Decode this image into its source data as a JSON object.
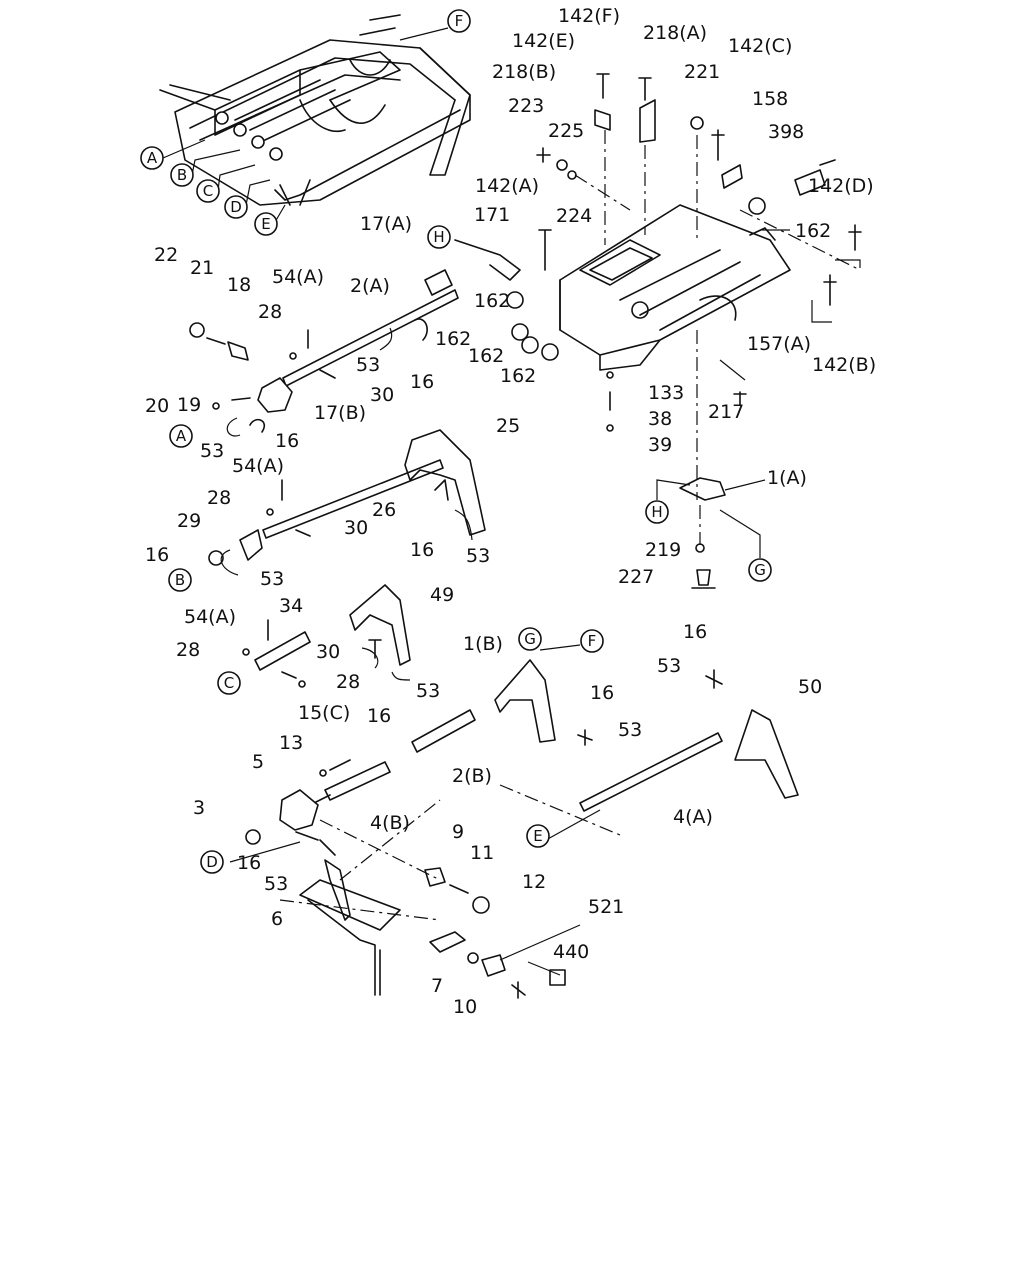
{
  "labels": [
    {
      "text": "142(F)",
      "id": "142f"
    },
    {
      "text": "142(E)",
      "id": "142e"
    },
    {
      "text": "218(A)",
      "id": "218a"
    },
    {
      "text": "142(C)",
      "id": "142c"
    },
    {
      "text": "218(B)",
      "id": "218b"
    },
    {
      "text": "221",
      "id": "221"
    },
    {
      "text": "158",
      "id": "158"
    },
    {
      "text": "223",
      "id": "223"
    },
    {
      "text": "225",
      "id": "225"
    },
    {
      "text": "398",
      "id": "398"
    },
    {
      "text": "142(A)",
      "id": "142a"
    },
    {
      "text": "224",
      "id": "224"
    },
    {
      "text": "142(D)",
      "id": "142d"
    },
    {
      "text": "171",
      "id": "171"
    },
    {
      "text": "162",
      "id": "162-a"
    },
    {
      "text": "17(A)",
      "id": "17a"
    },
    {
      "text": "162",
      "id": "162-b"
    },
    {
      "text": "162",
      "id": "162-c"
    },
    {
      "text": "162",
      "id": "162-d"
    },
    {
      "text": "162",
      "id": "162-e"
    },
    {
      "text": "157(A)",
      "id": "157a"
    },
    {
      "text": "142(B)",
      "id": "142b"
    },
    {
      "text": "22",
      "id": "22"
    },
    {
      "text": "21",
      "id": "21"
    },
    {
      "text": "18",
      "id": "18"
    },
    {
      "text": "54(A)",
      "id": "54a-1"
    },
    {
      "text": "2(A)",
      "id": "2a"
    },
    {
      "text": "28",
      "id": "28-1"
    },
    {
      "text": "53",
      "id": "53-1"
    },
    {
      "text": "16",
      "id": "16-1"
    },
    {
      "text": "30",
      "id": "30-1"
    },
    {
      "text": "19",
      "id": "19"
    },
    {
      "text": "20",
      "id": "20"
    },
    {
      "text": "17(B)",
      "id": "17b"
    },
    {
      "text": "16",
      "id": "16-2"
    },
    {
      "text": "53",
      "id": "53-2"
    },
    {
      "text": "133",
      "id": "133"
    },
    {
      "text": "38",
      "id": "38"
    },
    {
      "text": "217",
      "id": "217"
    },
    {
      "text": "39",
      "id": "39"
    },
    {
      "text": "25",
      "id": "25"
    },
    {
      "text": "54(A)",
      "id": "54a-2"
    },
    {
      "text": "28",
      "id": "28-2"
    },
    {
      "text": "26",
      "id": "26"
    },
    {
      "text": "29",
      "id": "29"
    },
    {
      "text": "30",
      "id": "30-2"
    },
    {
      "text": "16",
      "id": "16-3"
    },
    {
      "text": "53",
      "id": "53-3"
    },
    {
      "text": "16",
      "id": "16-4"
    },
    {
      "text": "53",
      "id": "53-4"
    },
    {
      "text": "1(A)",
      "id": "1a"
    },
    {
      "text": "219",
      "id": "219"
    },
    {
      "text": "227",
      "id": "227"
    },
    {
      "text": "34",
      "id": "34"
    },
    {
      "text": "49",
      "id": "49"
    },
    {
      "text": "54(A)",
      "id": "54a-3"
    },
    {
      "text": "28",
      "id": "28-3"
    },
    {
      "text": "30",
      "id": "30-3"
    },
    {
      "text": "28",
      "id": "28-4"
    },
    {
      "text": "53",
      "id": "53-5"
    },
    {
      "text": "16",
      "id": "16-5"
    },
    {
      "text": "1(B)",
      "id": "1b"
    },
    {
      "text": "16",
      "id": "16-6"
    },
    {
      "text": "53",
      "id": "53-6"
    },
    {
      "text": "16",
      "id": "16-7"
    },
    {
      "text": "53",
      "id": "53-7"
    },
    {
      "text": "50",
      "id": "50"
    },
    {
      "text": "15(C)",
      "id": "15c"
    },
    {
      "text": "13",
      "id": "13"
    },
    {
      "text": "5",
      "id": "5"
    },
    {
      "text": "2(B)",
      "id": "2b"
    },
    {
      "text": "4(B)",
      "id": "4b"
    },
    {
      "text": "4(A)",
      "id": "4a"
    },
    {
      "text": "3",
      "id": "3"
    },
    {
      "text": "16",
      "id": "16-8"
    },
    {
      "text": "9",
      "id": "9"
    },
    {
      "text": "11",
      "id": "11"
    },
    {
      "text": "53",
      "id": "53-8"
    },
    {
      "text": "12",
      "id": "12"
    },
    {
      "text": "6",
      "id": "6"
    },
    {
      "text": "521",
      "id": "521"
    },
    {
      "text": "440",
      "id": "440"
    },
    {
      "text": "7",
      "id": "7"
    },
    {
      "text": "10",
      "id": "10"
    }
  ],
  "callouts": [
    {
      "letter": "A",
      "id": "A-1"
    },
    {
      "letter": "B",
      "id": "B-1"
    },
    {
      "letter": "C",
      "id": "C-1"
    },
    {
      "letter": "D",
      "id": "D-1"
    },
    {
      "letter": "E",
      "id": "E-1"
    },
    {
      "letter": "F",
      "id": "F-1"
    },
    {
      "letter": "H",
      "id": "H-1"
    },
    {
      "letter": "A",
      "id": "A-2"
    },
    {
      "letter": "H",
      "id": "H-2"
    },
    {
      "letter": "G",
      "id": "G-1"
    },
    {
      "letter": "B",
      "id": "B-2"
    },
    {
      "letter": "C",
      "id": "C-2"
    },
    {
      "letter": "G",
      "id": "G-2"
    },
    {
      "letter": "F",
      "id": "F-2"
    },
    {
      "letter": "E",
      "id": "E-2"
    },
    {
      "letter": "D",
      "id": "D-2"
    }
  ]
}
